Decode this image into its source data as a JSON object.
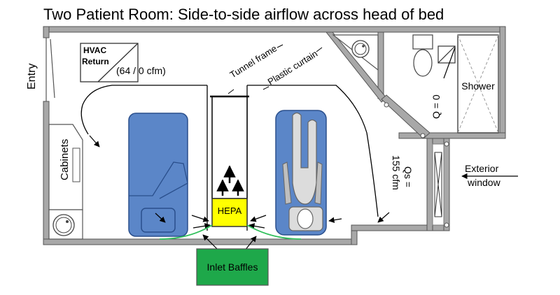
{
  "title": "Two Patient Room:  Side-to-side airflow across head of bed",
  "labels": {
    "entry": "Entry",
    "hvac_line1": "HVAC",
    "hvac_line2": "Return",
    "hvac_flow": "(64 / 0 cfm)",
    "tunnel_frame": "Tunnel frame",
    "plastic_curtain": "Plastic curtain",
    "cabinets": "Cabinets",
    "hepa": "HEPA",
    "inlet_baffles": "Inlet Baffles",
    "shower": "Shower",
    "q_zero": "Q = 0",
    "qs_line1": "Qs =",
    "qs_line2": "155 cfm",
    "exterior_line1": "Exterior",
    "exterior_line2": "window"
  },
  "colors": {
    "bed": "#5b86c8",
    "bed_outline": "#2a4f8c",
    "hepa": "#ffff00",
    "baffle_box": "#1ea84a",
    "baffle_line": "#2fbf5a",
    "wall": "#a8a8a8"
  }
}
